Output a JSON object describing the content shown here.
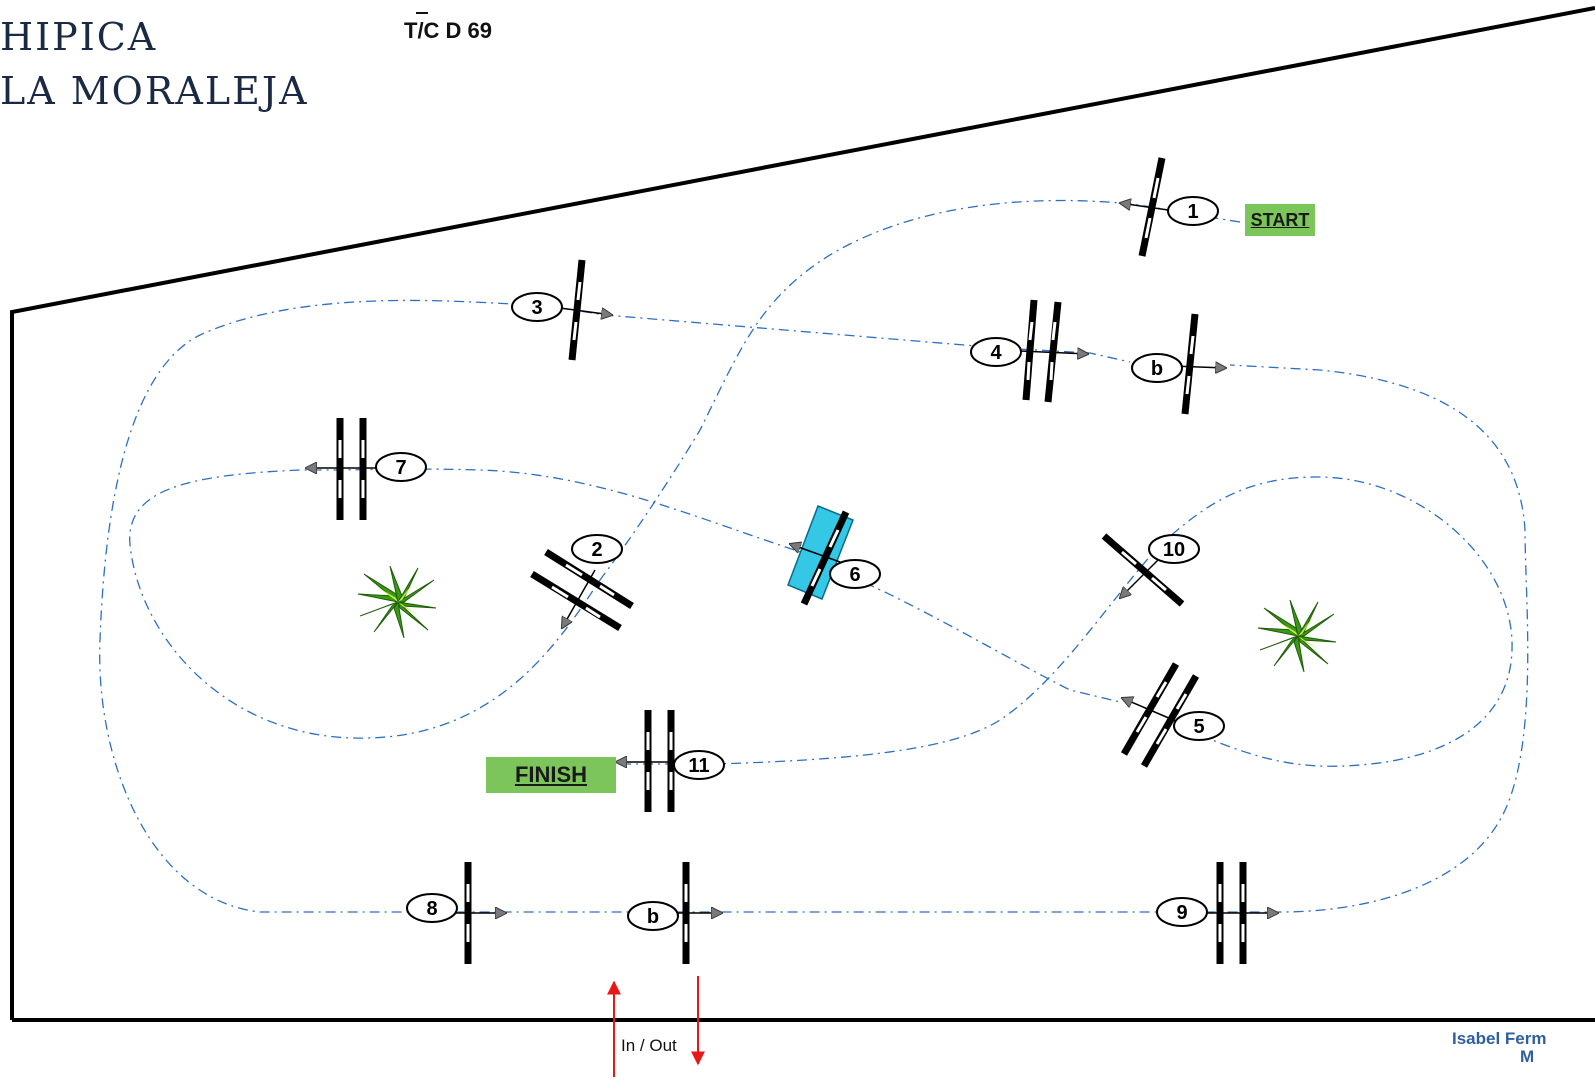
{
  "header": {
    "club_line1": "HIPICA",
    "club_line2": "LA MORALEJA",
    "course_code": "T/C D 69"
  },
  "labels": {
    "start": "START",
    "finish": "FINISH",
    "in_out": "In / Out"
  },
  "designer": {
    "line1": "Isabel Ferm",
    "line2": "M"
  },
  "fences": [
    {
      "id": "1",
      "label": "1",
      "type": "vertical"
    },
    {
      "id": "2",
      "label": "2",
      "type": "oxer"
    },
    {
      "id": "3",
      "label": "3",
      "type": "vertical"
    },
    {
      "id": "4a",
      "label": "4",
      "type": "oxer"
    },
    {
      "id": "4b",
      "label": "b",
      "type": "vertical"
    },
    {
      "id": "5",
      "label": "5",
      "type": "oxer"
    },
    {
      "id": "6",
      "label": "6",
      "type": "water-jump"
    },
    {
      "id": "7",
      "label": "7",
      "type": "oxer"
    },
    {
      "id": "8a",
      "label": "8",
      "type": "vertical"
    },
    {
      "id": "8b",
      "label": "b",
      "type": "vertical"
    },
    {
      "id": "9",
      "label": "9",
      "type": "oxer"
    },
    {
      "id": "10",
      "label": "10",
      "type": "vertical"
    },
    {
      "id": "11",
      "label": "11",
      "type": "oxer"
    }
  ],
  "decorations": [
    {
      "name": "plant-icon"
    },
    {
      "name": "plant-icon"
    }
  ],
  "colors": {
    "route": "#2e6fc2",
    "start_finish": "#7cc55a",
    "water": "#35c8e6",
    "arrow_gate": "#e81818",
    "designer_text": "#2f5f9f"
  }
}
